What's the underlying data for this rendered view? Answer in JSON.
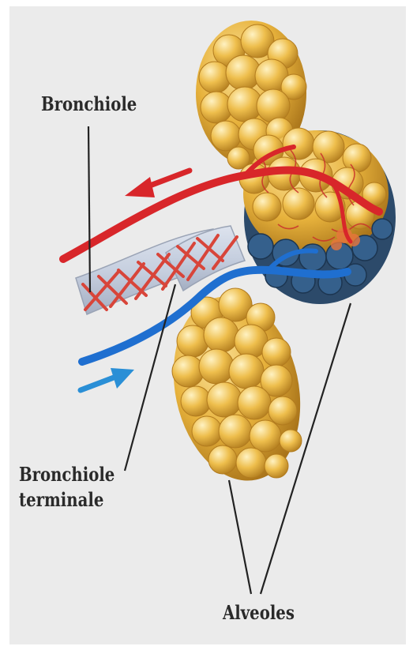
{
  "labels": {
    "bronchiole": "Bronchiole",
    "terminal_line1": "Bronchiole",
    "terminal_line2": "terminale",
    "alveoles": "Alveoles"
  },
  "colors": {
    "background": "#ebebeb",
    "alveoli": "#e7b23c",
    "artery": "#d8262a",
    "vein": "#1f6fd0",
    "arrow_out": "#d8262a",
    "arrow_in": "#2a8fd6",
    "leader": "#222222"
  },
  "icons": {
    "arrow_out": "left-arrow-icon",
    "arrow_in": "right-arrow-icon"
  }
}
